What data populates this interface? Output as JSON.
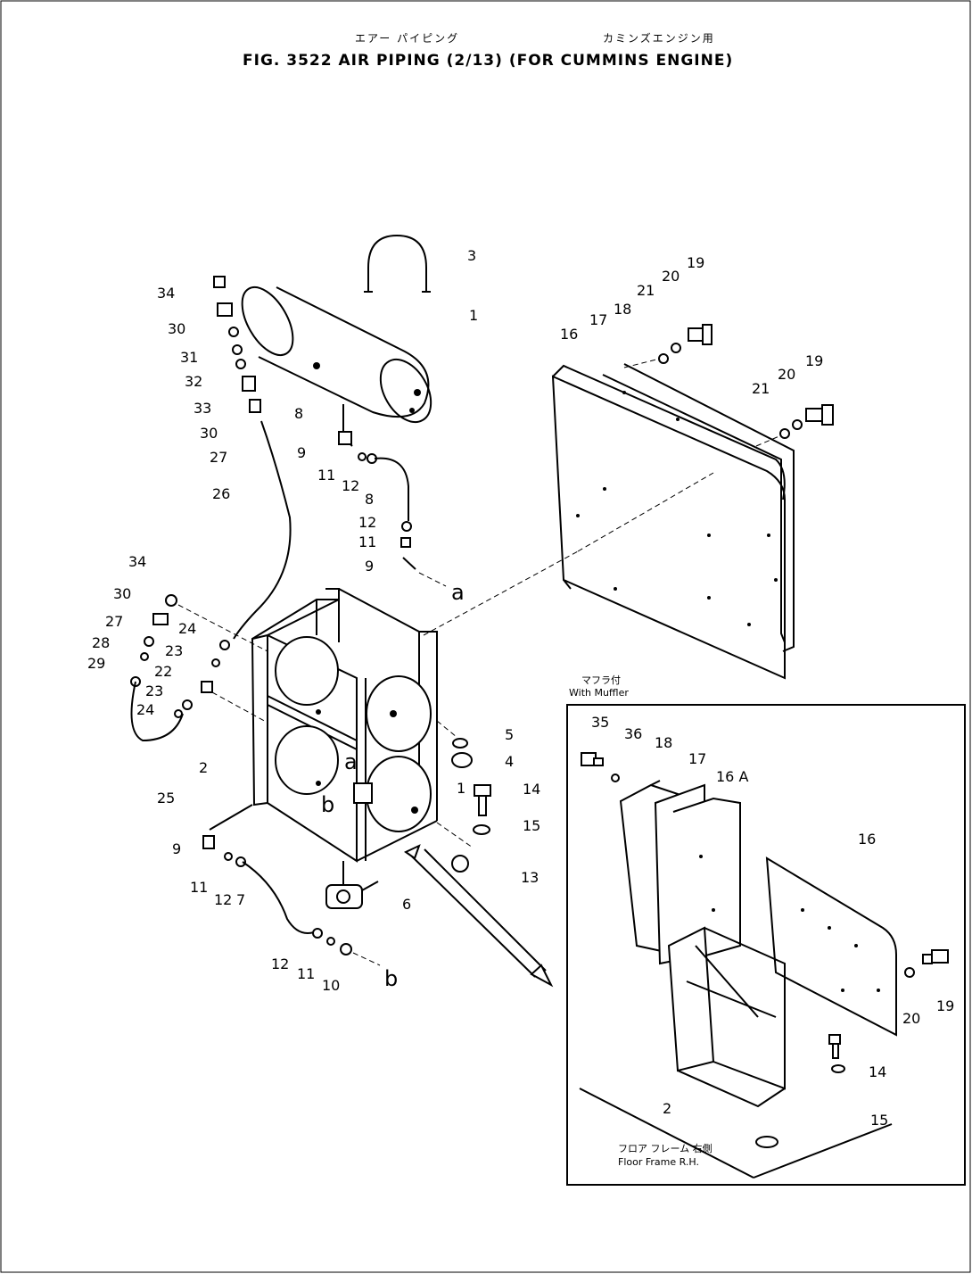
{
  "header": {
    "jp_title_left": "エアー パイピング",
    "jp_title_right": "カミンズエンジン用",
    "title": "FIG. 3522  AIR PIPING (2/13)  (FOR CUMMINS ENGINE)"
  },
  "inset": {
    "jp_title": "マフラ付",
    "title": "With Muffler",
    "floor_jp": "フロア フレーム 右側",
    "floor_en": "Floor Frame R.H."
  },
  "callouts": {
    "c3": "3",
    "c1_tank": "1",
    "c34_top": "34",
    "c30_top": "30",
    "c31": "31",
    "c32": "32",
    "c33": "33",
    "c30_b": "30",
    "c27_top": "27",
    "c26": "26",
    "c8_left": "8",
    "c9_top": "9",
    "c11_top": "11",
    "c12_top": "12",
    "c8_hose": "8",
    "c12_mid": "12",
    "c11_mid": "11",
    "c9_mid": "9",
    "a_top": "a",
    "c19_top": "19",
    "c20_top": "20",
    "c21_top": "21",
    "c18": "18",
    "c17": "17",
    "c16": "16",
    "c19_r": "19",
    "c20_r": "20",
    "c21_r": "21",
    "c34_l": "34",
    "c30_l": "30",
    "c27_l": "27",
    "c28": "28",
    "c29": "29",
    "c24_a": "24",
    "c23_a": "23",
    "c22": "22",
    "c23_b": "23",
    "c24_b": "24",
    "c25": "25",
    "c2": "2",
    "a_frame": "a",
    "b_frame": "b",
    "c1_frame": "1",
    "c5": "5",
    "c4": "4",
    "c14": "14",
    "c15": "15",
    "c13": "13",
    "c6": "6",
    "c9_bot": "9",
    "c11_bot": "11",
    "c12_bot": "12",
    "c7": "7",
    "c12_b2": "12",
    "c11_b2": "11",
    "c10": "10",
    "b_bot": "b",
    "i35": "35",
    "i36": "36",
    "i18": "18",
    "i17": "17",
    "i16a": "16 A",
    "i16": "16",
    "i20": "20",
    "i19": "19",
    "i14": "14",
    "i2": "2",
    "i15": "15"
  }
}
